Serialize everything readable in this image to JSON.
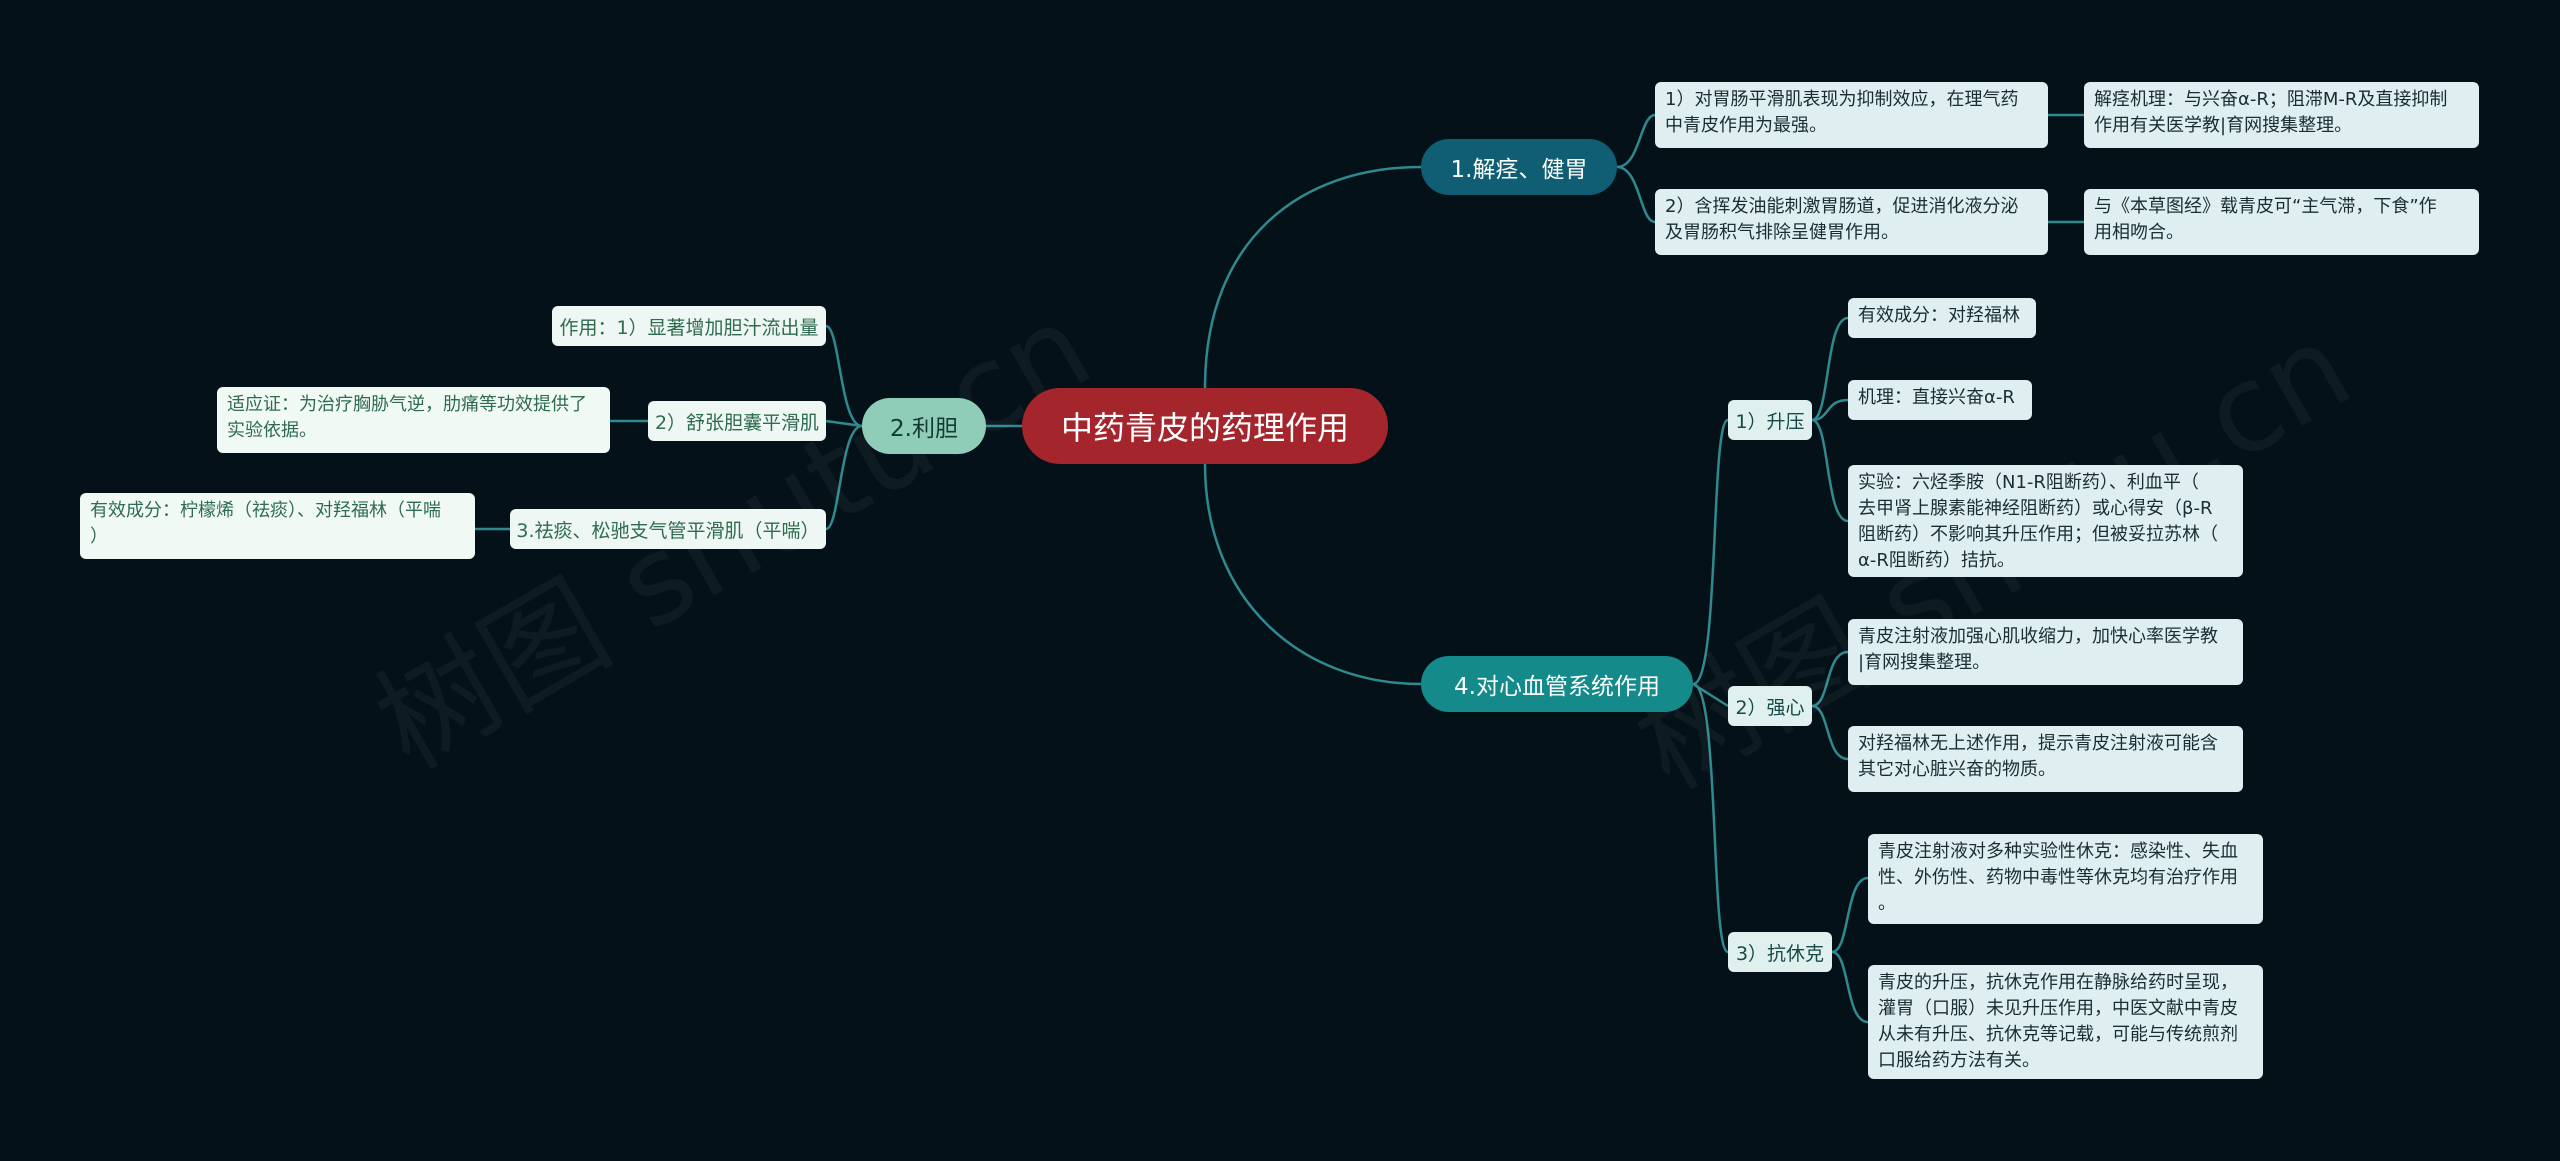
{
  "central": "中药青皮的药理作用",
  "watermarks": [
    "树图 shutu.cn",
    "树图 shutu.cn"
  ],
  "branches": {
    "b1": {
      "label": "1.解痉、健胃",
      "items": [
        {
          "text": "1）对胃肠平滑肌表现为抑制效应，在理气药\n中青皮作用为最强。",
          "note": "解痉机理：与兴奋α-R；阻滞M-R及直接抑制\n作用有关医学教|育网搜集整理。"
        },
        {
          "text": "2）含挥发油能刺激胃肠道，促进消化液分泌\n及胃肠积气排除呈健胃作用。",
          "note": "与《本草图经》载青皮可“主气滞，下食”作\n用相吻合。"
        }
      ]
    },
    "b4": {
      "label": "4.对心血管系统作用",
      "subs": [
        {
          "label": "1）升压",
          "leaves": [
            "有效成分：对羟福林",
            "机理：直接兴奋α-R",
            "实验：六烃季胺（N1-R阻断药）、利血平（\n去甲肾上腺素能神经阻断药）或心得安（β-R\n阻断药）不影响其升压作用；但被妥拉苏林（\nα-R阻断药）拮抗。"
          ]
        },
        {
          "label": "2）强心",
          "leaves": [
            "青皮注射液加强心肌收缩力，加快心率医学教\n|育网搜集整理。",
            "对羟福林无上述作用，提示青皮注射液可能含\n其它对心脏兴奋的物质。"
          ]
        },
        {
          "label": "3）抗休克",
          "leaves": [
            "青皮注射液对多种实验性休克：感染性、失血\n性、外伤性、药物中毒性等休克均有治疗作用\n。",
            "青皮的升压，抗休克作用在静脉给药时呈现，\n灌胃（口服）未见升压作用，中医文献中青皮\n从未有升压、抗休克等记载，可能与传统煎剂\n口服给药方法有关。"
          ]
        }
      ]
    },
    "b2": {
      "label": "2.利胆",
      "items": [
        {
          "text": "作用：1）显著增加胆汁流出量"
        },
        {
          "text": "2）舒张胆囊平滑肌",
          "note": "适应证：为治疗胸胁气逆，肋痛等功效提供了\n实验依据。"
        },
        {
          "text": "3.祛痰、松驰支气管平滑肌（平喘）",
          "note": "有效成分：柠檬烯（祛痰）、对羟福林（平喘\n）"
        }
      ]
    }
  },
  "colors": {
    "background": "#051119",
    "central": "#a5252d",
    "b1": "#0f5e73",
    "b4": "#158a8b",
    "b2": "#8fcdb8",
    "link": "#2f8a8f"
  }
}
